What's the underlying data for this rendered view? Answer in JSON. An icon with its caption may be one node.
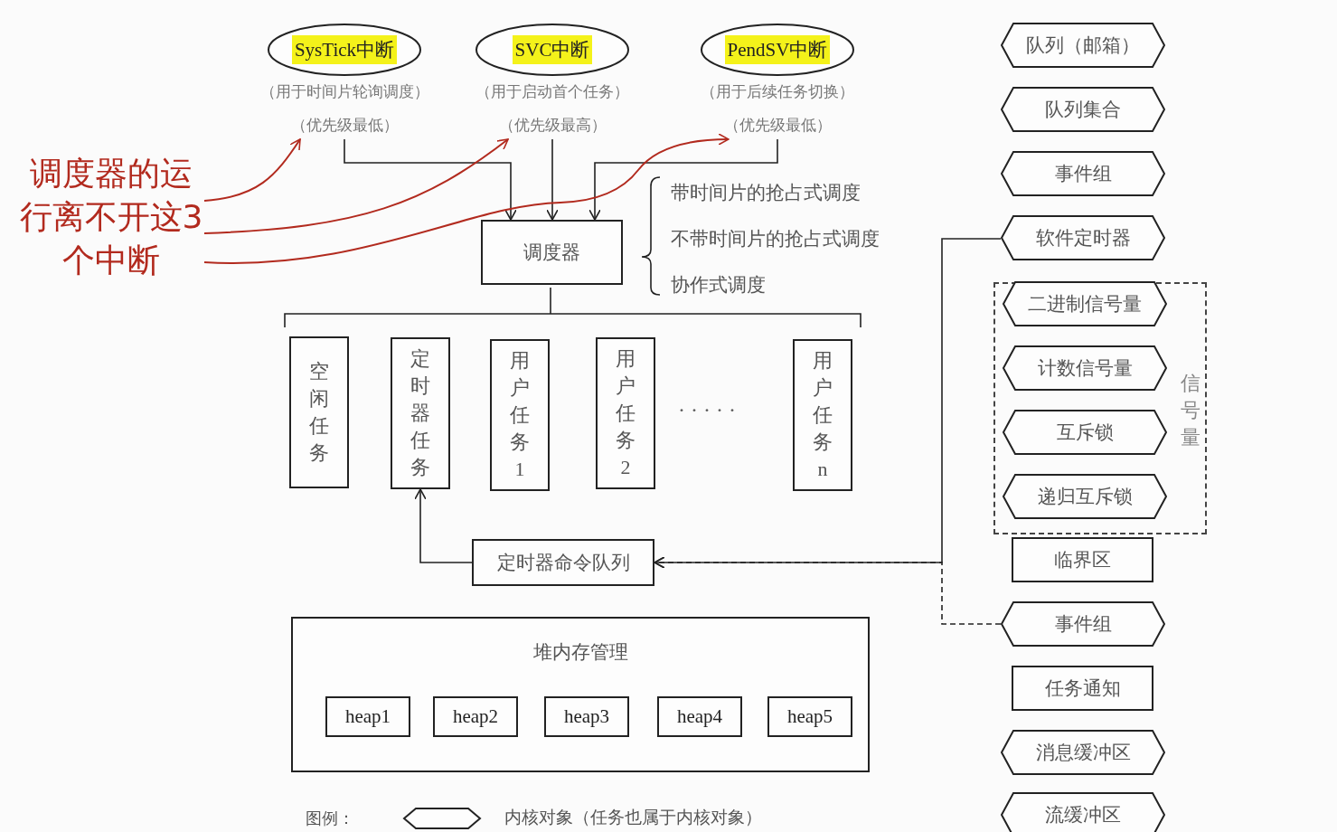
{
  "diagram": {
    "nodes": [
      {
        "text": [
          "SysTick中断"
        ],
        "beside": [
          "（用于时间片轮询调度）",
          "（优先级最低）"
        ]
      },
      {
        "text": [
          "SVC中断"
        ],
        "beside": [
          "（用于启动首个任务）",
          "（优先级最高）"
        ]
      },
      {
        "text": [
          "PendSV中断"
        ],
        "beside": [
          "（用于后续任务切换）",
          "（优先级最低）"
        ]
      },
      {
        "text": [
          "调度器的运行离不开这3个中断"
        ]
      },
      {
        "text": [
          "调度器"
        ],
        "beside": [
          "带时间片的抢占式调度",
          "不带时间片的抢占式调度",
          "协作式调度"
        ]
      },
      {
        "text": [
          "空闲任务"
        ]
      },
      {
        "text": [
          "定时器任务"
        ]
      },
      {
        "text": [
          "用户任务1"
        ]
      },
      {
        "text": [
          "用户任务2"
        ]
      },
      {
        "text": [
          "用户任务n"
        ]
      },
      {
        "text": [
          "定时器命令队列"
        ]
      },
      {
        "text": [
          "堆内存管理"
        ]
      },
      {
        "text": [
          "heap1"
        ],
        "in": 11
      },
      {
        "text": [
          "heap2"
        ],
        "in": 11
      },
      {
        "text": [
          "heap3"
        ],
        "in": 11
      },
      {
        "text": [
          "heap4"
        ],
        "in": 11
      },
      {
        "text": [
          "heap5"
        ],
        "in": 11
      },
      {
        "text": [
          "队列（邮箱）"
        ]
      },
      {
        "text": [
          "队列集合"
        ]
      },
      {
        "text": [
          "事件组"
        ]
      },
      {
        "text": [
          "软件定时器"
        ]
      },
      {
        "text": [
          "信号量"
        ]
      },
      {
        "text": [
          "二进制信号量"
        ],
        "in": 21
      },
      {
        "text": [
          "计数信号量"
        ],
        "in": 21
      },
      {
        "text": [
          "互斥锁"
        ],
        "in": 21
      },
      {
        "text": [
          "递归互斥锁"
        ],
        "in": 21
      },
      {
        "text": [
          "临界区"
        ]
      },
      {
        "text": [
          "事件组"
        ]
      },
      {
        "text": [
          "任务通知"
        ]
      },
      {
        "text": [
          "消息缓冲区"
        ]
      },
      {
        "text": [
          "流缓冲区"
        ]
      }
    ],
    "edges": [
      {
        "from": 0,
        "to": 4,
        "arrow": "to"
      },
      {
        "from": 1,
        "to": 4,
        "arrow": "to"
      },
      {
        "from": 2,
        "to": 4,
        "arrow": "to"
      },
      {
        "from": 3,
        "to": 0,
        "arrow": "to",
        "color": "#b22a1e"
      },
      {
        "from": 3,
        "to": 1,
        "arrow": "to",
        "color": "#b22a1e"
      },
      {
        "from": 3,
        "to": 2,
        "arrow": "to",
        "color": "#b22a1e"
      },
      {
        "from": 10,
        "to": 6,
        "arrow": "to"
      },
      {
        "from": 20,
        "to": 10,
        "arrow": "to"
      },
      {
        "from": 27,
        "to": 10,
        "arrow": "to",
        "style": "dashed"
      }
    ],
    "labels": [
      "· · · · ·",
      "图例："
    ],
    "legend": [
      {
        "text": "内核对象（任务也属于内核对象）"
      }
    ]
  }
}
